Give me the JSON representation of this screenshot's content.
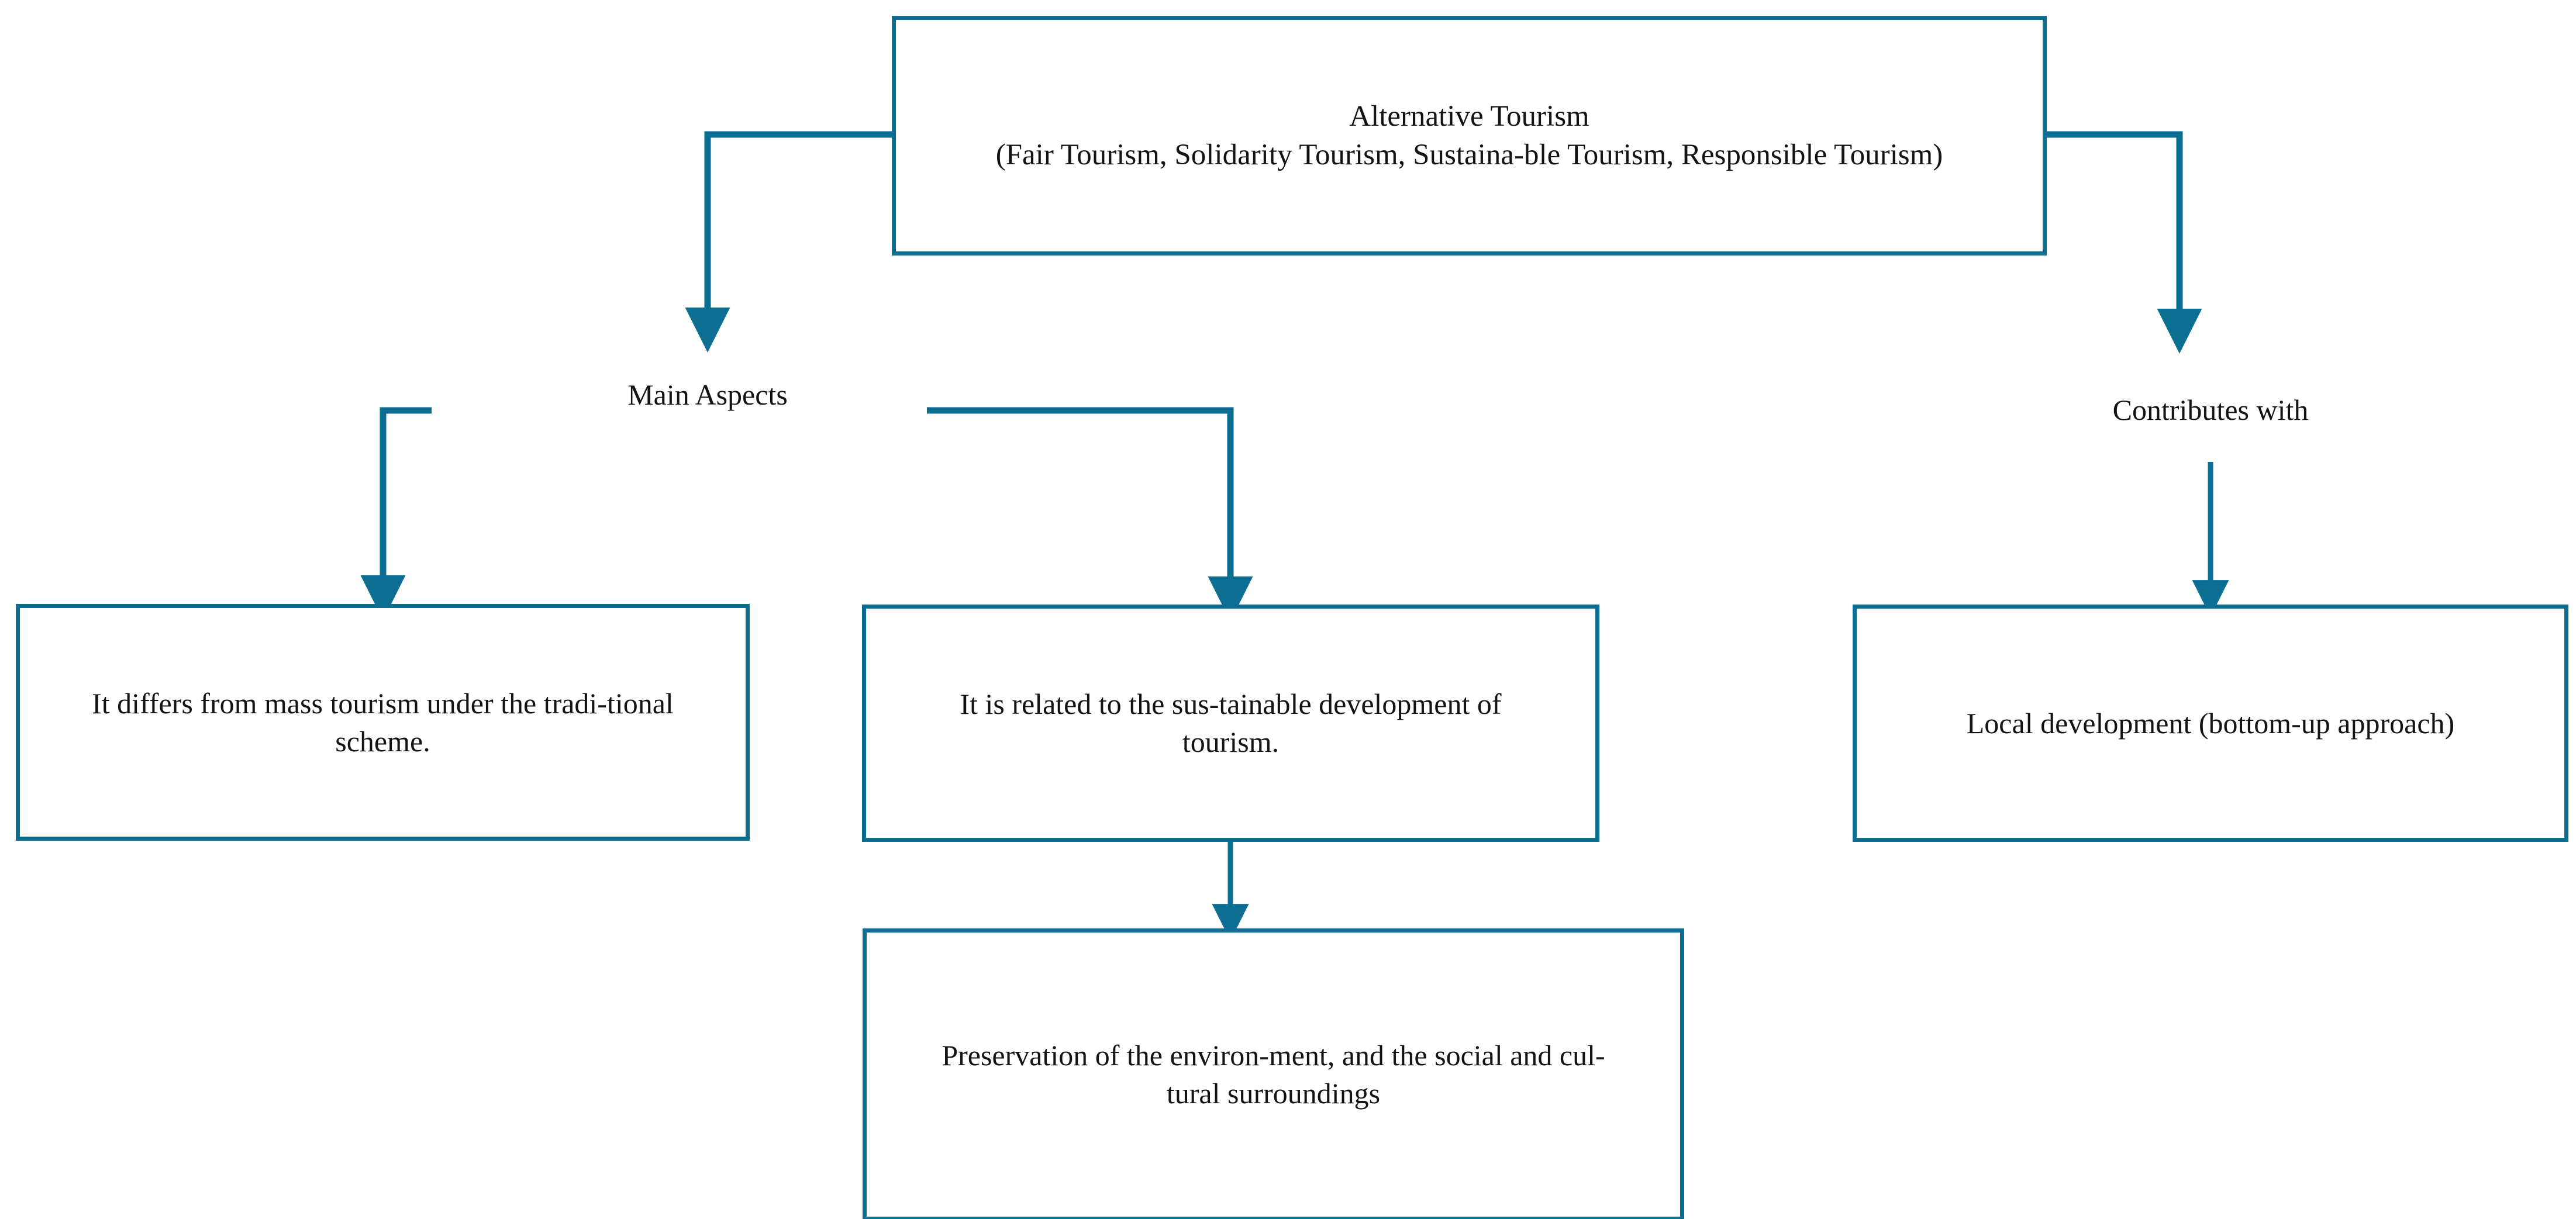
{
  "diagram": {
    "title_text": "Alternative Tourism",
    "accent_color": "#0c6e92",
    "text_color": "#131313",
    "background_color": "#ffffff"
  },
  "nodes": {
    "root": {
      "id": "root",
      "text": "Alternative Tourism\n(Fair Tourism, Solidarity Tourism, Sustaina-ble Tourism, Responsible Tourism)"
    },
    "differs": {
      "id": "differs",
      "text": "It differs from mass tourism under the tradi-tional scheme."
    },
    "sustainable": {
      "id": "sustainable",
      "text": "It is related to the sus-tainable development of tourism."
    },
    "local": {
      "id": "local",
      "text": "Local development (bottom-up approach)"
    },
    "preservation": {
      "id": "preservation",
      "text": "Preservation of the environ-ment, and the social and cul-tural surroundings"
    }
  },
  "edge_labels": {
    "main_aspects": "Main Aspects",
    "contributes_with": "Contributes with"
  },
  "edges": [
    {
      "from": "root",
      "to": "main-aspects-branch",
      "style": "elbow-left-down-arrow"
    },
    {
      "from": "main-aspects-branch",
      "to": "differs",
      "style": "elbow-left-down-arrow"
    },
    {
      "from": "main-aspects-branch",
      "to": "sustainable",
      "style": "elbow-right-down-arrow"
    },
    {
      "from": "root",
      "to": "contributes-with-branch",
      "style": "elbow-right-down-arrow"
    },
    {
      "from": "contributes-with-branch",
      "to": "local",
      "style": "straight-down-arrow"
    },
    {
      "from": "sustainable",
      "to": "preservation",
      "style": "straight-down-arrow"
    }
  ]
}
